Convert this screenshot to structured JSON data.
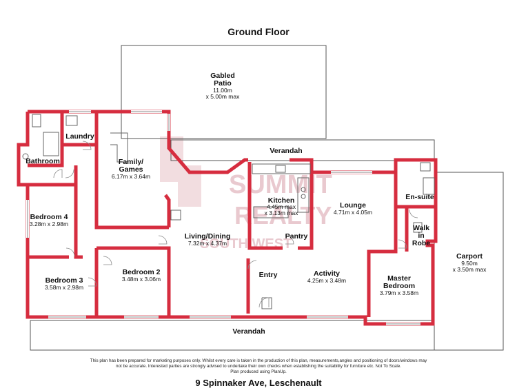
{
  "header": {
    "title": "Ground Floor"
  },
  "watermark": {
    "line1": "SUMMIT",
    "line2": "REALTY",
    "line3": "SOUTH WEST"
  },
  "rooms": {
    "patio": {
      "name1": "Gabled",
      "name2": "Patio",
      "dim1": "11.00m",
      "dim2": "x 5.00m max"
    },
    "laundry": {
      "name": "Laundry"
    },
    "bathroom": {
      "name": "Bathroom"
    },
    "family": {
      "name1": "Family/",
      "name2": "Games",
      "dims": "6.17m x 3.64m"
    },
    "verandah_top": {
      "name": "Verandah"
    },
    "kitchen": {
      "name": "Kitchen",
      "dim1": "4.45m max",
      "dim2": "x 3.13m max"
    },
    "pantry": {
      "name": "Pantry"
    },
    "lounge": {
      "name": "Lounge",
      "dims": "4.71m x 4.05m"
    },
    "ensuite": {
      "name": "En-suite"
    },
    "walkinrobe": {
      "name1": "Walk",
      "name2": "in",
      "name3": "Robe"
    },
    "bedroom4": {
      "name": "Bedroom 4",
      "dims": "3.28m x 2.98m"
    },
    "living": {
      "name": "Living/Dining",
      "dims": "7.32m x 4.37m"
    },
    "carport": {
      "name": "Carport",
      "dim1": "9.50m",
      "dim2": "x 3.50m max"
    },
    "bedroom2": {
      "name": "Bedroom 2",
      "dims": "3.48m x 3.06m"
    },
    "bedroom3": {
      "name": "Bedroom 3",
      "dims": "3.58m x 2.98m"
    },
    "entry": {
      "name": "Entry"
    },
    "activity": {
      "name": "Activity",
      "dims": "4.25m x 3.48m"
    },
    "master": {
      "name1": "Master",
      "name2": "Bedroom",
      "dims": "3.79m x 3.58m"
    },
    "verandah_bottom": {
      "name": "Verandah"
    }
  },
  "footer": {
    "disclaimer_line1": "This plan has been prepared for marketing purposes only. Whilst every care is taken in the production of this plan, measurements,angles and positioning of doors/windows may",
    "disclaimer_line2": "not be accurate. Interested parties are strongly advised to undertake their own checks when establishing the suitability for furniture etc. Not To Scale.",
    "disclaimer_line3": "Plan produced using PlanUp.",
    "address": "9 Spinnaker Ave, Leschenault"
  },
  "colors": {
    "wall": "#d62d3f",
    "outline": "#555555",
    "watermark": "#e9c9cf"
  }
}
